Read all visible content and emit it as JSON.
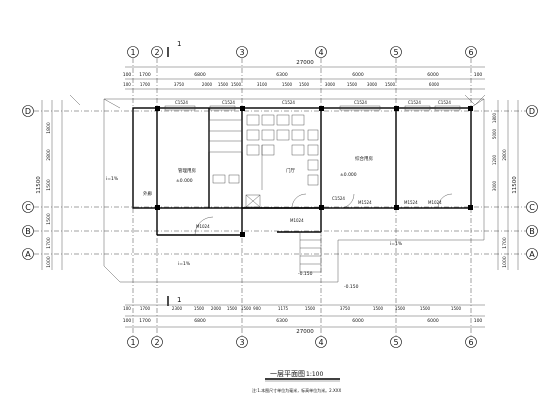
{
  "axes_top": [
    "1",
    "2",
    "3",
    "4",
    "5",
    "6"
  ],
  "axes_left": [
    "D",
    "C",
    "B",
    "A"
  ],
  "section_mark": "1",
  "dims": {
    "top_outer": [
      "100",
      "1700",
      "6800",
      "6300",
      "6000",
      "6000",
      "100"
    ],
    "top_total": "27000",
    "top_inner": [
      "100",
      "1700",
      "3750",
      "2000",
      "1500",
      "1500",
      "3100",
      "1500",
      "1500",
      "3000",
      "1500",
      "3000",
      "1500",
      "6000"
    ],
    "bottom_inner": [
      "100",
      "1700",
      "2300",
      "1500",
      "2000",
      "1500",
      "1500",
      "900",
      "1175",
      "1500",
      "3750",
      "1500",
      "1500",
      "1500",
      "1500"
    ],
    "bottom_outer": [
      "100",
      "1700",
      "6800",
      "6300",
      "6000",
      "6000",
      "100"
    ],
    "bottom_total": "27000",
    "left": [
      "1800",
      "2800",
      "1500",
      "1500",
      "1700",
      "1000"
    ],
    "left_total": "11500",
    "right": [
      "1800",
      "5000",
      "2800",
      "1200",
      "3000",
      "1700",
      "1000"
    ],
    "right_total": "11500"
  },
  "room_tags": {
    "left_room": "管理用房",
    "left_wall": "外廊",
    "right_room": "综合用房",
    "mid_room": "门厅"
  },
  "door_window_tags": [
    "C1524",
    "C1524",
    "C1524",
    "C1524",
    "C1524",
    "C1524",
    "C1524",
    "M1024",
    "M1524",
    "M1024",
    "M1024",
    "M1524"
  ],
  "elevations": [
    "±0.000",
    "±0.000",
    "-0.150",
    "-0.150"
  ],
  "slope_tags": [
    "i=1%",
    "i=1%",
    "i=1%"
  ],
  "title": "一层平面图",
  "scale": "1:100",
  "note": "注:1.本图尺寸单位为毫米，标高单位为米。2.XXX"
}
